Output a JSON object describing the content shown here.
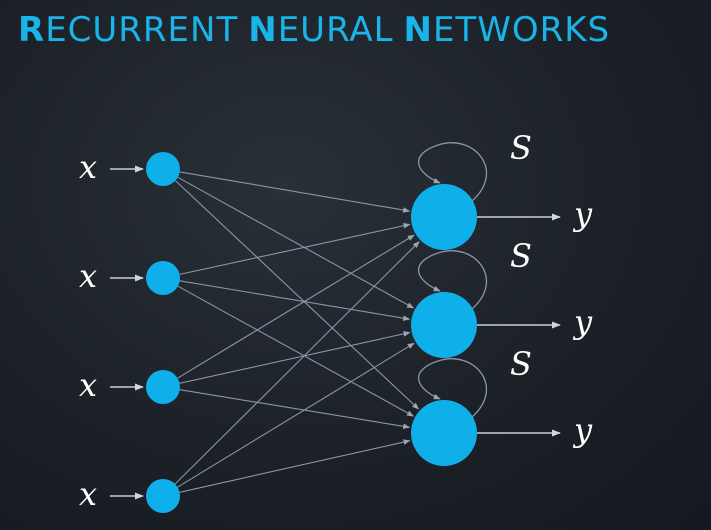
{
  "title": {
    "words": [
      {
        "first": "R",
        "rest": "ECURRENT"
      },
      {
        "first": "N",
        "rest": "EURAL"
      },
      {
        "first": "N",
        "rest": "ETWORKS"
      }
    ]
  },
  "diagram": {
    "input_label": "x",
    "state_label": "S",
    "output_label": "y",
    "input_count": 4,
    "hidden_count": 3,
    "colors": {
      "title": "#19b4e8",
      "node": "#0fb0ea",
      "edge": "#8a96a6",
      "text": "#ffffff"
    }
  }
}
